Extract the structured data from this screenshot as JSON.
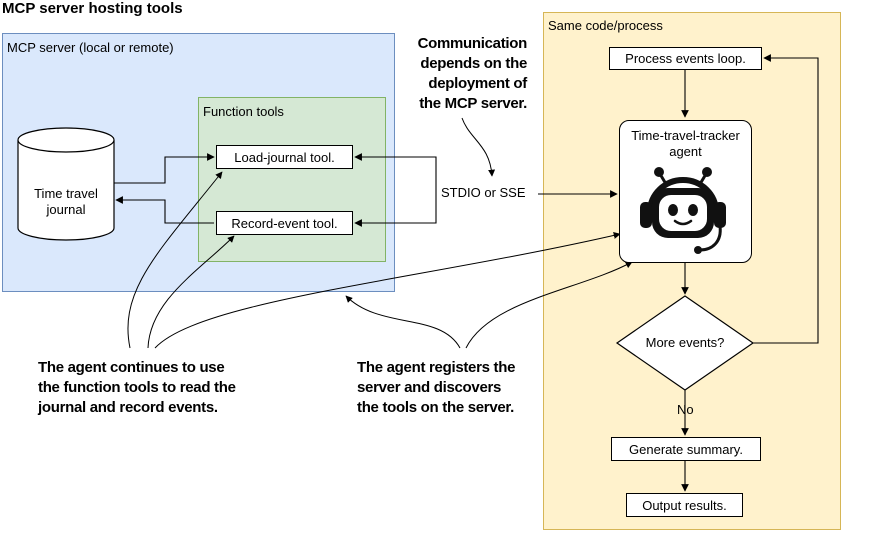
{
  "title": "MCP server hosting tools",
  "server_container": {
    "label": "MCP server (local or remote)"
  },
  "function_tools": {
    "label": "Function tools",
    "load_journal": "Load-journal tool.",
    "record_event": "Record-event tool."
  },
  "journal": {
    "line1": "Time travel",
    "line2": "journal"
  },
  "same_process": {
    "label": "Same code/process"
  },
  "flow": {
    "process_loop": "Process events loop.",
    "agent_line1": "Time-travel-tracker",
    "agent_line2": "agent",
    "decision": "More events?",
    "no_label": "No",
    "generate_summary": "Generate summary.",
    "output_results": "Output results."
  },
  "connection_label": "STDIO or SSE",
  "notes": {
    "communication": [
      "Communication",
      "depends on the",
      "deployment of",
      "the MCP server."
    ],
    "agent_continues": [
      "The agent continues to use",
      "the function tools to read the",
      "journal and record events."
    ],
    "agent_registers": [
      "The agent registers the",
      "server and discovers",
      "the tools on the server."
    ]
  },
  "icons": {
    "agent": "robot-headset-icon",
    "journal": "database-cylinder-icon"
  }
}
